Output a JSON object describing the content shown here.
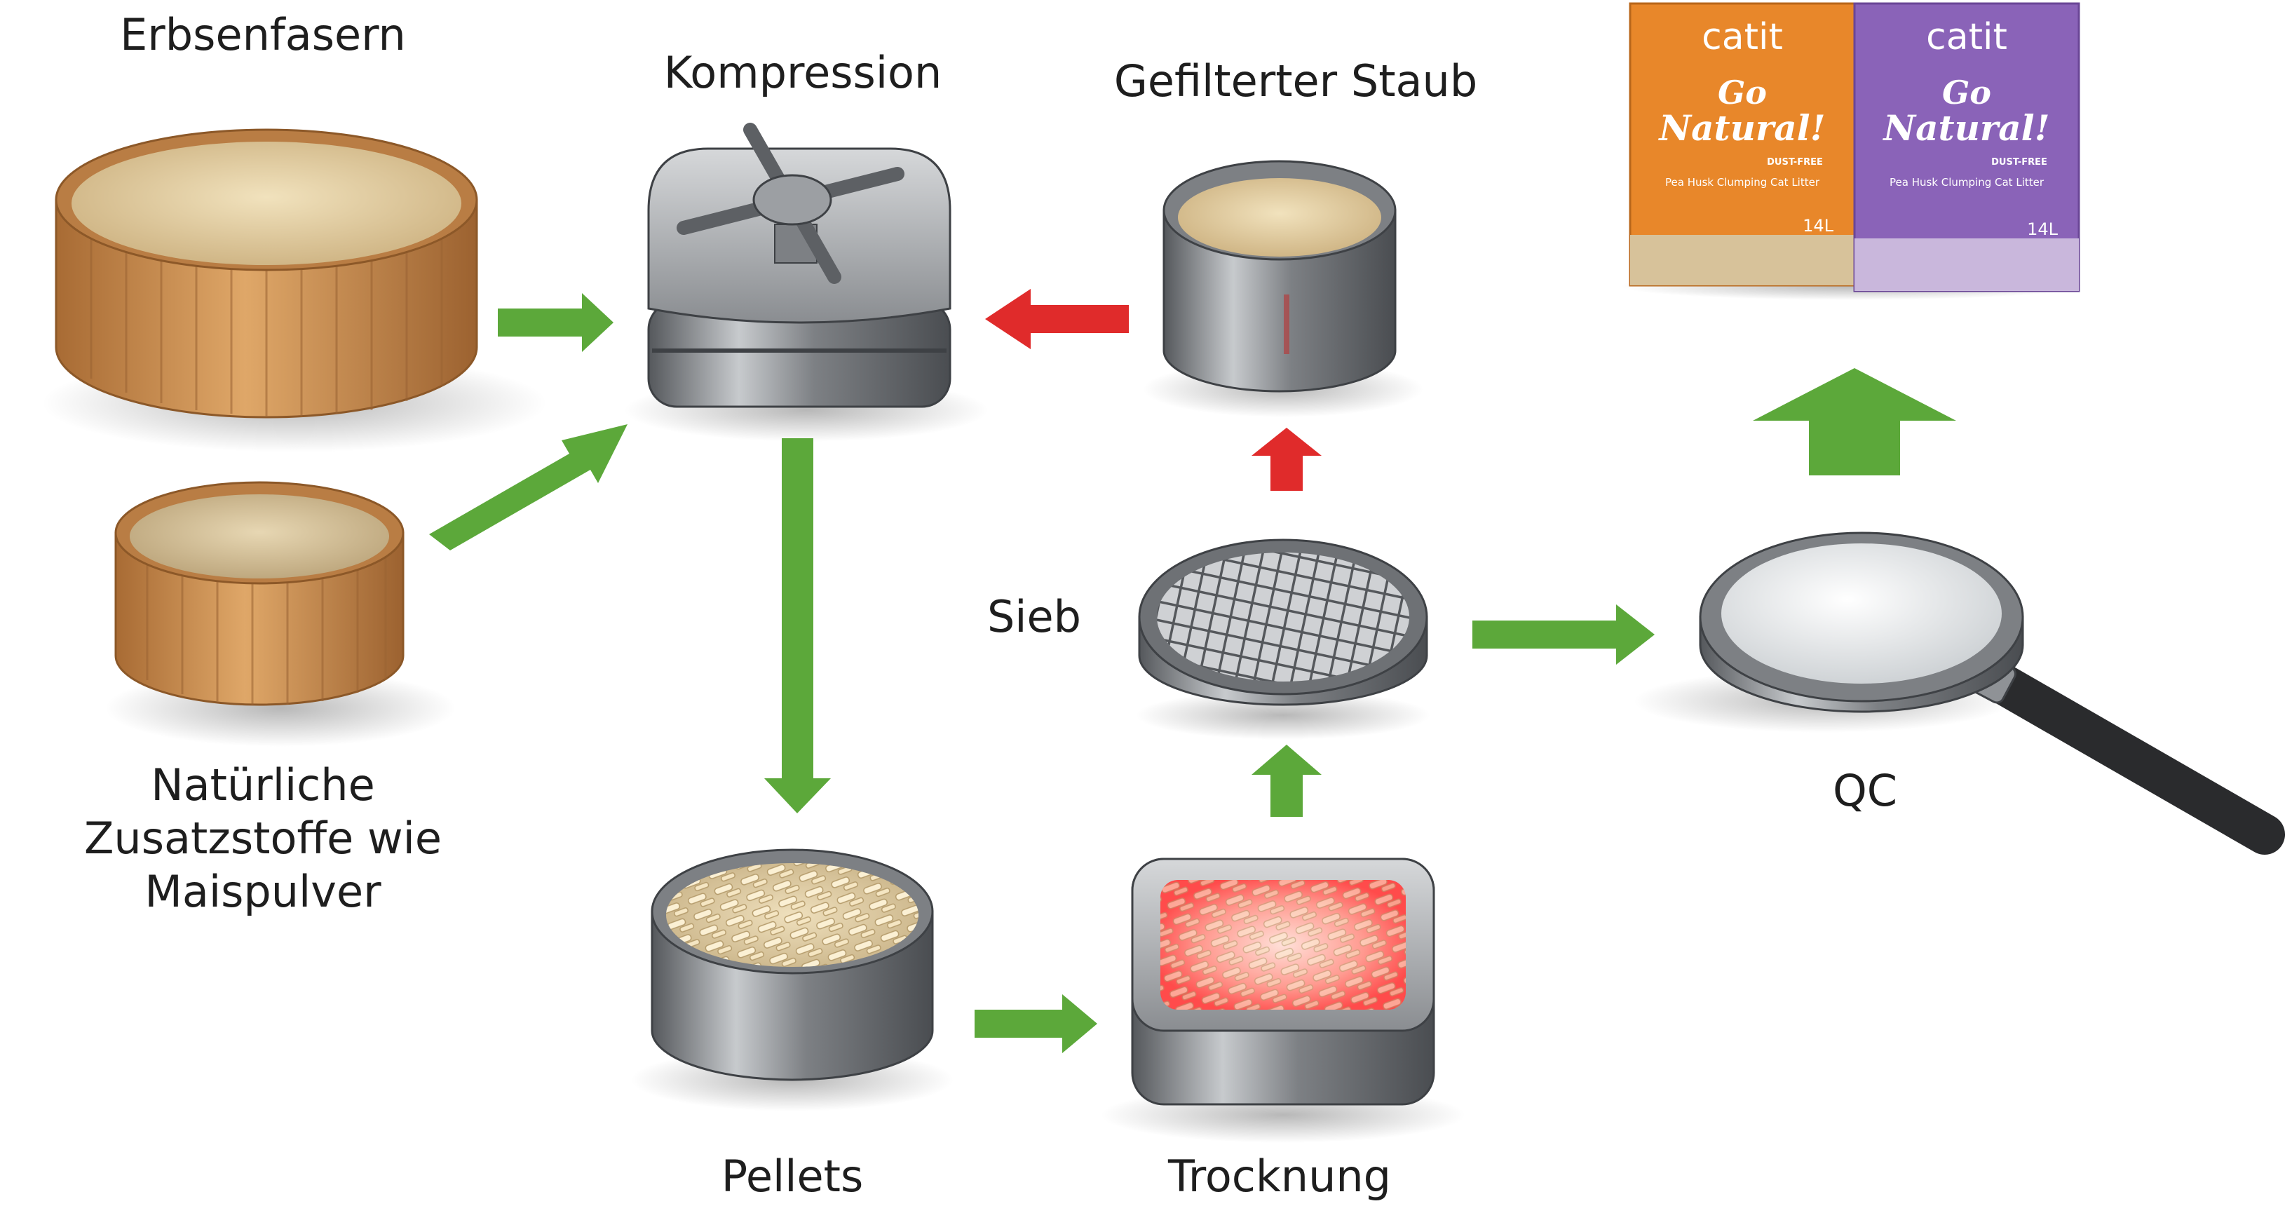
{
  "labels": {
    "peafibers": "Erbsenfasern",
    "additives": [
      "Natürliche",
      "Zusatzstoffe wie",
      "Maispulver"
    ],
    "compression": "Kompression",
    "dust": "Gefilterter Staub",
    "sieve": "Sieb",
    "pellets": "Pellets",
    "drying": "Trocknung",
    "qc": "QC"
  },
  "packages": [
    {
      "brand": "catit",
      "logo_lines": [
        "Go",
        "Natural!"
      ],
      "badge": "DUST-FREE",
      "product": "Pea Husk Clumping Cat Litter",
      "volume": "14L",
      "color": "#e8872a"
    },
    {
      "brand": "catit",
      "logo_lines": [
        "Go",
        "Natural!"
      ],
      "badge": "DUST-FREE",
      "product": "Pea Husk Clumping Cat Litter",
      "volume": "14L",
      "color": "#8a63b8"
    }
  ],
  "colors": {
    "flow_arrow": "#5ca83a",
    "return_arrow": "#e02b2b",
    "wood": "#c98f52",
    "metal": "#8f9296",
    "sand": "#e3cf9f",
    "heat_glow": "#ff5a5a"
  }
}
